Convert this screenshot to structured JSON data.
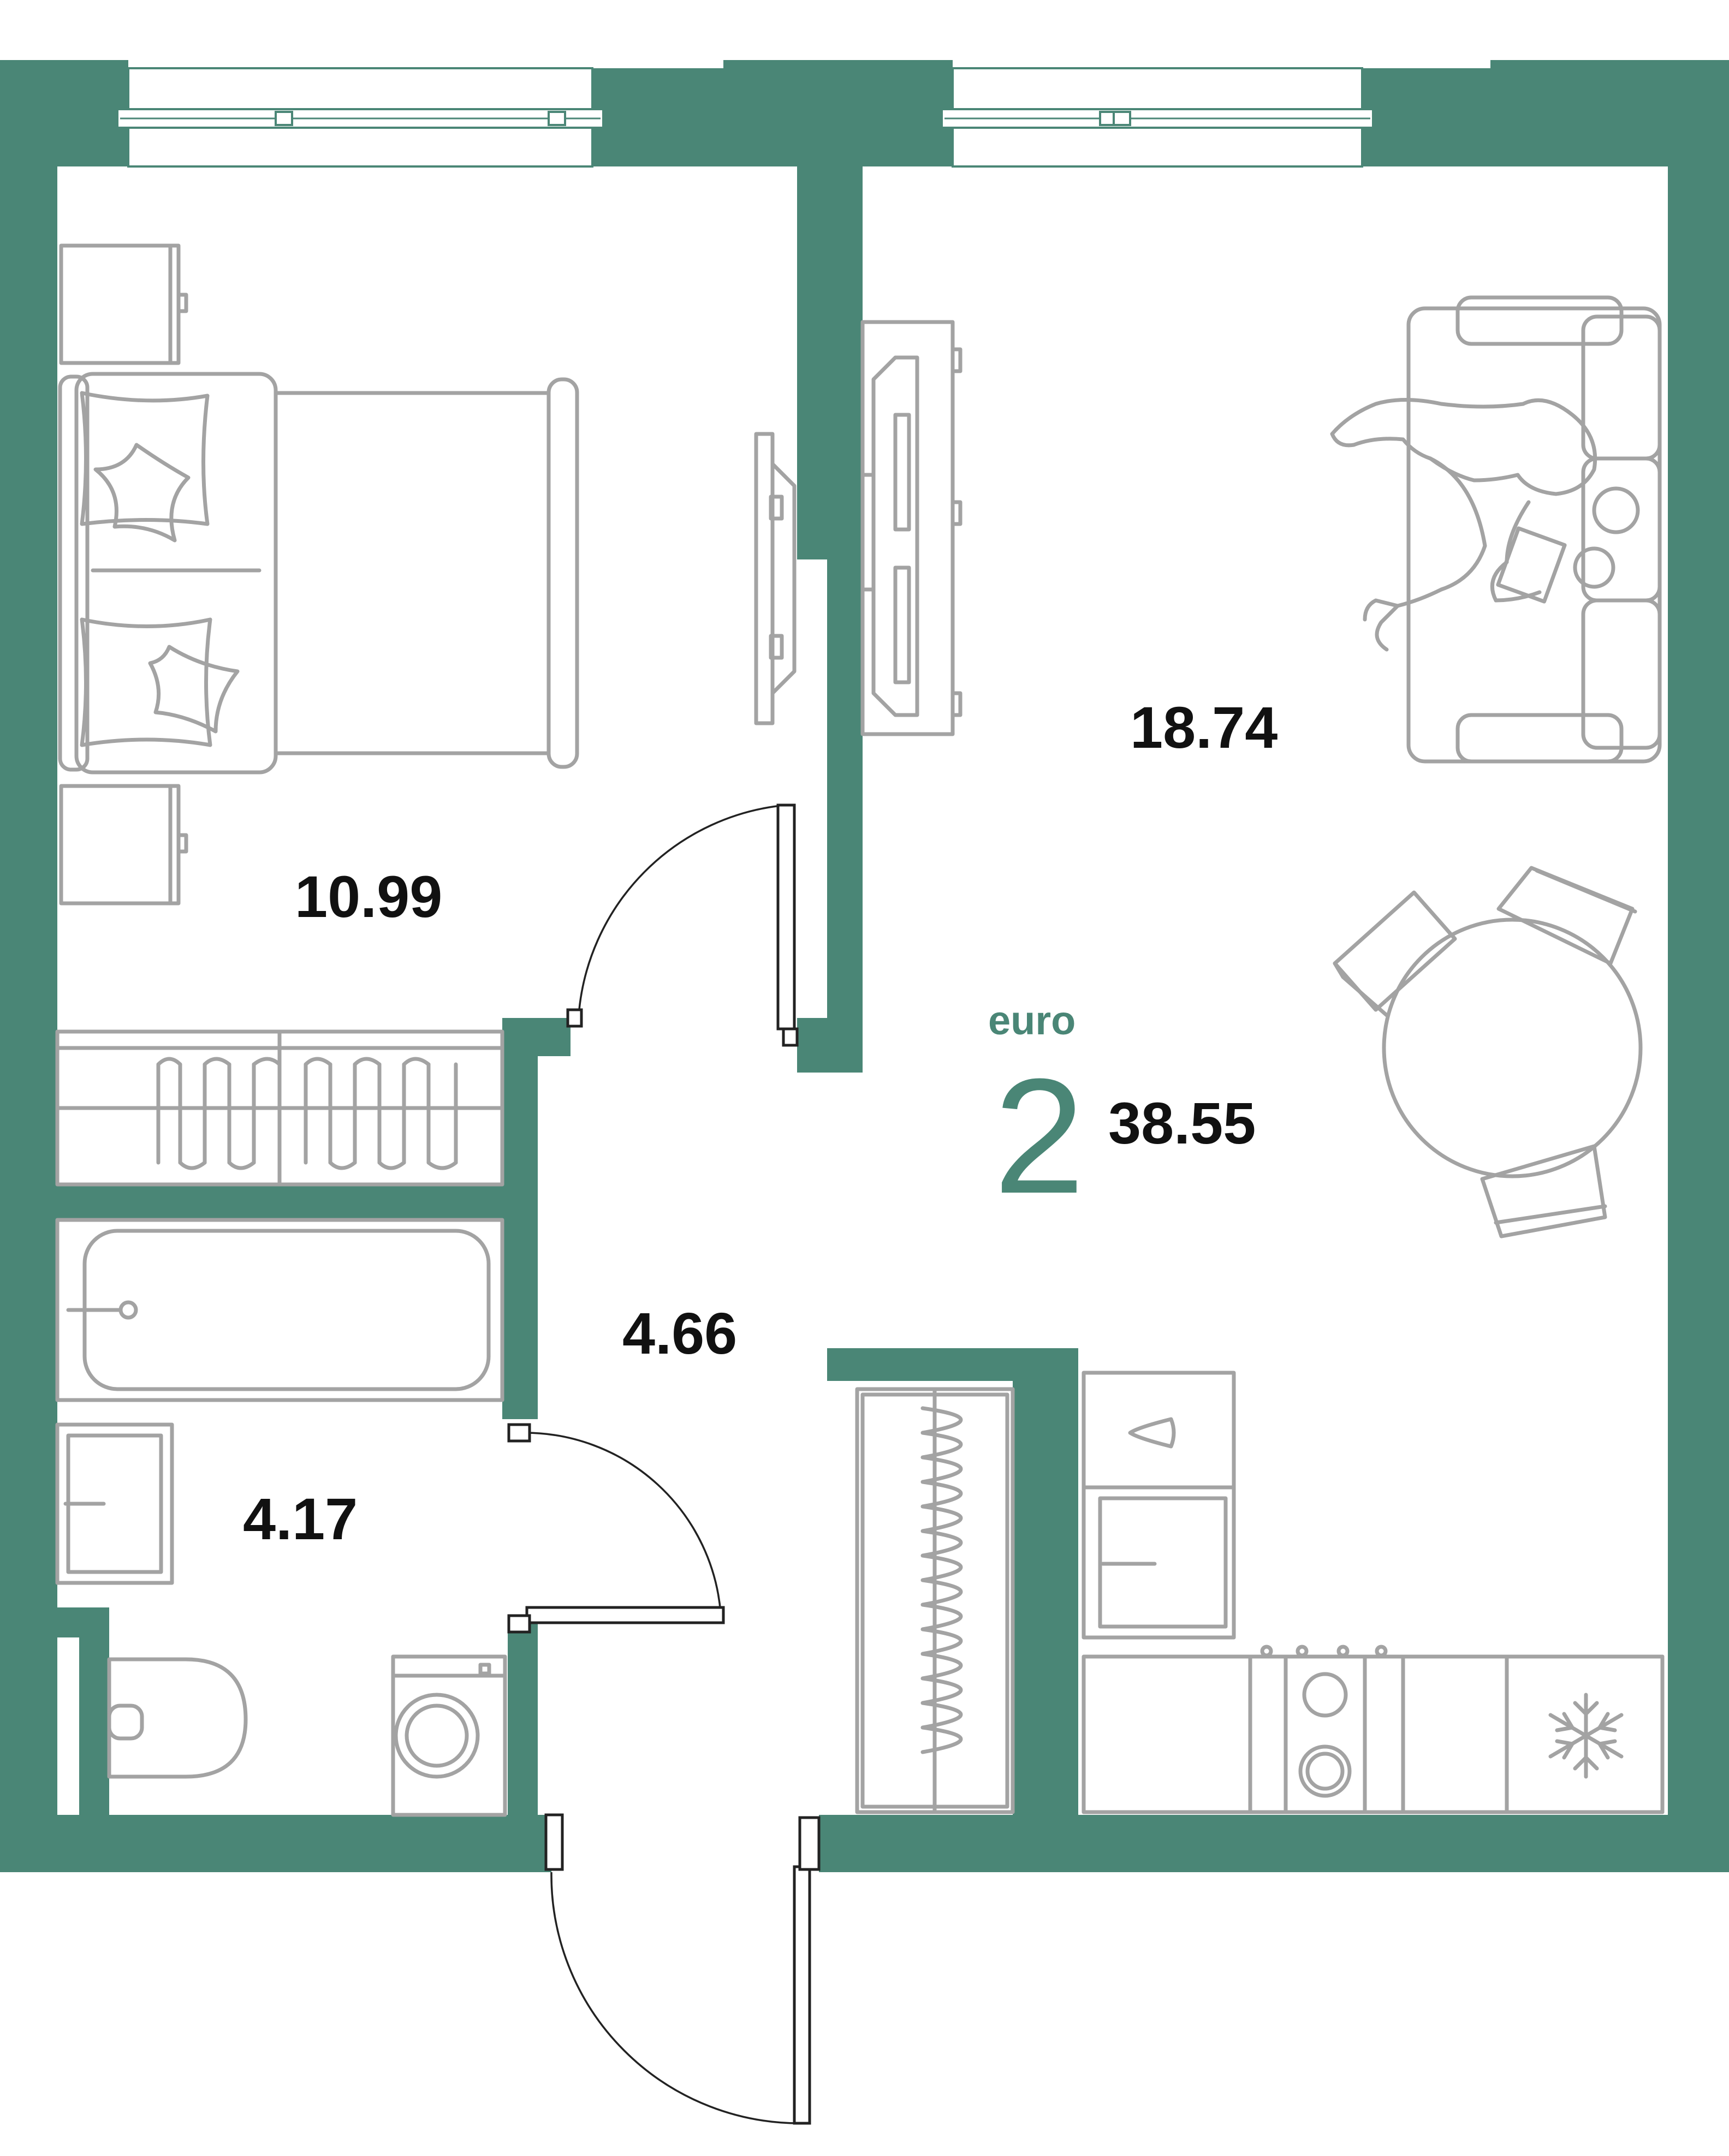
{
  "colors": {
    "wall": "#4a8676",
    "furniture": "#a3a3a3",
    "text": "#111111"
  },
  "layout_tag": "euro",
  "rooms_count": "2",
  "total_area": "38.55",
  "rooms": [
    {
      "id": "bedroom",
      "area": "10.99"
    },
    {
      "id": "living-kitchen",
      "area": "18.74"
    },
    {
      "id": "hallway",
      "area": "4.66"
    },
    {
      "id": "bathroom",
      "area": "4.17"
    }
  ],
  "icons": [
    "bed",
    "pillow",
    "nightstand",
    "wardrobe",
    "tv",
    "sofa",
    "people",
    "dining-table",
    "chair",
    "bathtub",
    "sink",
    "toilet",
    "washing-machine",
    "stove",
    "fridge",
    "snowflake",
    "window",
    "door"
  ]
}
